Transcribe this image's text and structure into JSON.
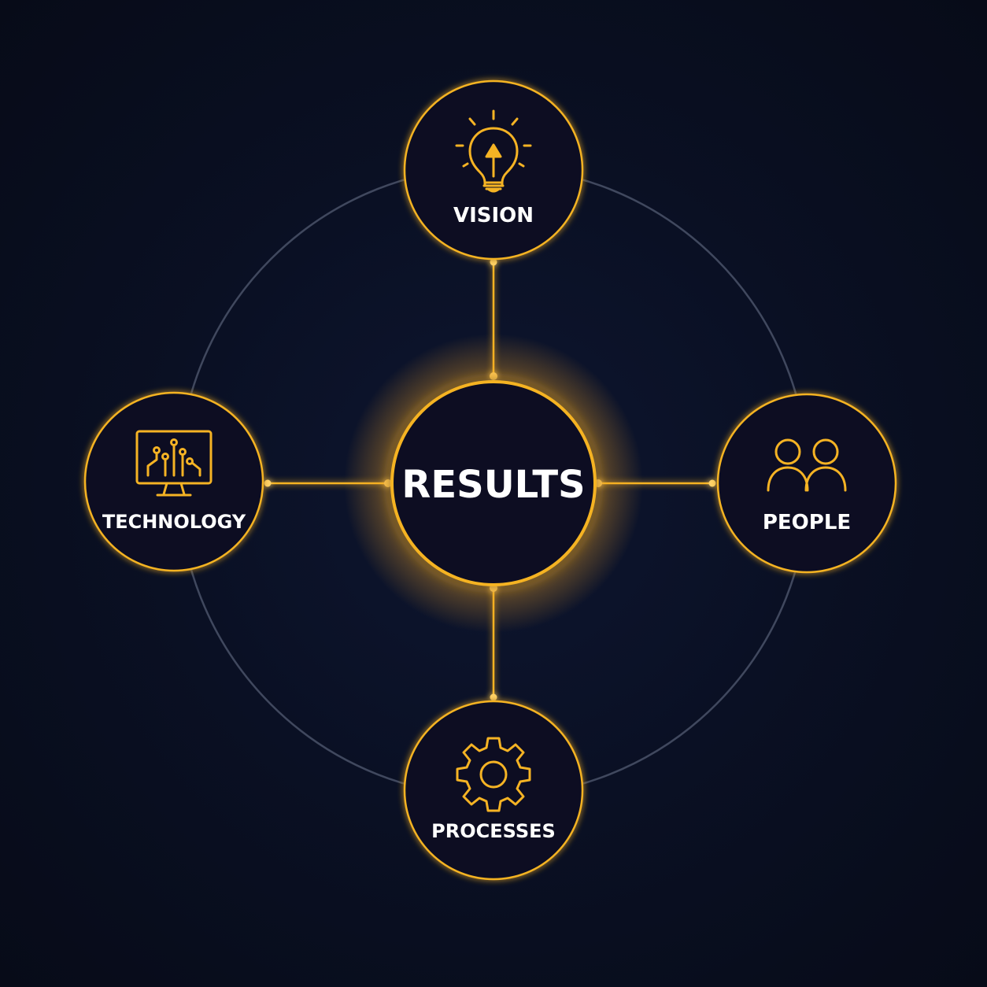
{
  "colors": {
    "background": "#0a0f1f",
    "accent": "#f5b324",
    "ring": "#5a6278",
    "text": "#ffffff"
  },
  "center": {
    "label": "RESULTS"
  },
  "nodes": {
    "vision": {
      "label": "VISION",
      "icon": "lightbulb-icon"
    },
    "people": {
      "label": "PEOPLE",
      "icon": "people-icon"
    },
    "processes": {
      "label": "PROCESSES",
      "icon": "gear-icon"
    },
    "technology": {
      "label": "TECHNOLOGY",
      "icon": "monitor-circuit-icon"
    }
  }
}
